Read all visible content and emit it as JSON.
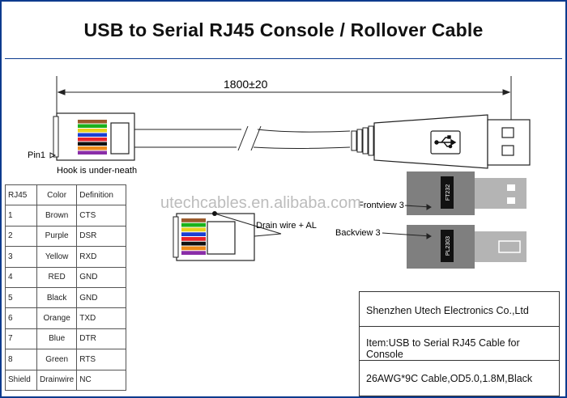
{
  "title": "USB to Serial RJ45 Console / Rollover Cable",
  "dimension_label": "1800±20",
  "pin1_label": "Pin1",
  "hook_label": "Hook is under-neath",
  "drain_label": "Drain wire + AL",
  "chip_label_1": "Frontview 3",
  "chip_label_2": "Backview 3",
  "chip_text_1": "FT232",
  "chip_text_2": "PL2303",
  "watermark": "utechcables.en.alibaba.com",
  "table": {
    "headers": [
      "RJ45",
      "Color",
      "Definition"
    ],
    "rows": [
      [
        "1",
        "Brown",
        "CTS"
      ],
      [
        "2",
        "Purple",
        "DSR"
      ],
      [
        "3",
        "Yellow",
        "RXD"
      ],
      [
        "4",
        "RED",
        "GND"
      ],
      [
        "5",
        "Black",
        "GND"
      ],
      [
        "6",
        "Orange",
        "TXD"
      ],
      [
        "7",
        "Blue",
        "DTR"
      ],
      [
        "8",
        "Green",
        "RTS"
      ],
      [
        "Shield",
        "Drainwire",
        "NC"
      ]
    ]
  },
  "info": {
    "company": "Shenzhen Utech Electronics Co.,Ltd",
    "item": "Item:USB to Serial RJ45 Cable for Console",
    "spec": "26AWG*9C Cable,OD5.0,1.8M,Black"
  },
  "colors": {
    "border": "#0d3b8e",
    "wire_colors": [
      "#9b5a2a",
      "#1bb21b",
      "#e8d21a",
      "#1b3fd1",
      "#e8222a",
      "#111111",
      "#ee8a19",
      "#8a2ea8"
    ]
  }
}
